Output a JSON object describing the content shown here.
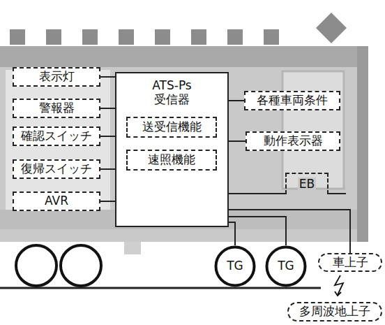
{
  "diagram": {
    "nodes": [
      {
        "text": [
          "ATS-Ps 受信器"
        ]
      },
      {
        "text": [
          "送受信機能"
        ],
        "in": 0
      },
      {
        "text": [
          "速照機能"
        ],
        "in": 0
      },
      {
        "text": [
          "表示灯"
        ]
      },
      {
        "text": [
          "警報器"
        ]
      },
      {
        "text": [
          "確認スイッチ"
        ]
      },
      {
        "text": [
          "復帰スイッチ"
        ]
      },
      {
        "text": [
          "AVR"
        ]
      },
      {
        "text": [
          "各種車両条件"
        ]
      },
      {
        "text": [
          "動作表示器"
        ]
      },
      {
        "text": [
          "EB"
        ]
      },
      {
        "text": [
          "TG"
        ]
      },
      {
        "text": [
          "TG"
        ]
      },
      {
        "text": [
          "車上子"
        ]
      },
      {
        "text": [
          "多周波地上子"
        ]
      }
    ],
    "edges": [
      {
        "from": 3,
        "to": 0,
        "arrow": "none"
      },
      {
        "from": 4,
        "to": 0,
        "arrow": "none"
      },
      {
        "from": 5,
        "to": 0,
        "arrow": "none"
      },
      {
        "from": 6,
        "to": 0,
        "arrow": "none"
      },
      {
        "from": 7,
        "to": 0,
        "arrow": "none"
      },
      {
        "from": 0,
        "to": 8,
        "arrow": "none"
      },
      {
        "from": 0,
        "to": 9,
        "arrow": "none"
      },
      {
        "from": 0,
        "to": 10,
        "arrow": "none"
      },
      {
        "from": 0,
        "to": 11,
        "arrow": "none"
      },
      {
        "from": 0,
        "to": 12,
        "arrow": "none"
      },
      {
        "from": 0,
        "to": 13,
        "arrow": "none"
      }
    ]
  }
}
